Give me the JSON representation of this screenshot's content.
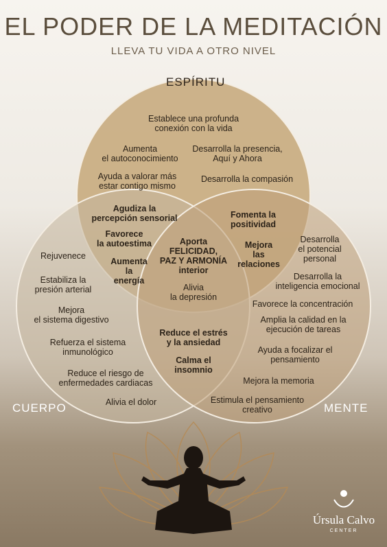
{
  "header": {
    "title": "EL PODER DE LA MEDITACIÓN",
    "subtitle": "LLEVA TU VIDA A OTRO NIVEL"
  },
  "labels": {
    "espiritu": "ESPÍRITU",
    "cuerpo": "CUERPO",
    "mente": "MENTE"
  },
  "colors": {
    "spirit_fill": "#c9ad81",
    "body_fill": "#c5b79f",
    "mind_fill": "#bd9f78",
    "outline": "#f4ede2"
  },
  "espiritu_items": {
    "conexion": "Establece una profunda\nconexión con la vida",
    "autoconocimiento": "Aumenta\nel autoconocimiento",
    "presencia": "Desarrolla la presencia,\nAquí y Ahora",
    "valorar": "Ayuda a valorar más\nestar contigo mismo",
    "compasion": "Desarrolla la compasión"
  },
  "espiritu_cuerpo": {
    "percepcion": "Agudiza la\npercepción sensorial",
    "autoestima": "Favorece\nla autoestima",
    "energia": "Aumenta\nla\nenergía"
  },
  "espiritu_mente": {
    "positividad": "Fomenta la\npositividad",
    "relaciones": "Mejora\nlas\nrelaciones"
  },
  "centro": {
    "felicidad": "Aporta\nFELICIDAD,\nPAZ Y ARMONÍA\ninterior",
    "depresion": "Alivia\nla depresión"
  },
  "cuerpo_mente": {
    "estres": "Reduce el estrés\ny la ansiedad",
    "insomnio": "Calma el\ninsomnio"
  },
  "cuerpo_items": {
    "rejuvenece": "Rejuvenece",
    "presion": "Estabiliza la\npresión arterial",
    "digestivo": "Mejora\nel sistema digestivo",
    "inmunologico": "Refuerza el sistema\ninmunológico",
    "cardiacas": "Reduce el riesgo de\nenfermedades cardiacas",
    "dolor": "Alivia el dolor"
  },
  "mente_items": {
    "potencial": "Desarrolla\nel potencial\npersonal",
    "inteligencia": "Desarrolla la\ninteligencia emocional",
    "concentracion": "Favorece la concentración",
    "calidad": "Amplia la calidad en la\nejecución de tareas",
    "focalizar": "Ayuda a focalizar el\npensamiento",
    "memoria": "Mejora la memoria",
    "creativo": "Estimula el pensamiento\ncreativo"
  },
  "logo": {
    "name": "Úrsula Calvo",
    "sub": "CENTER"
  },
  "icons": {
    "meditator": "meditating-person-silhouette",
    "lotus": "lotus-outline",
    "logo_mark": "ursula-calvo-logo-mark"
  }
}
